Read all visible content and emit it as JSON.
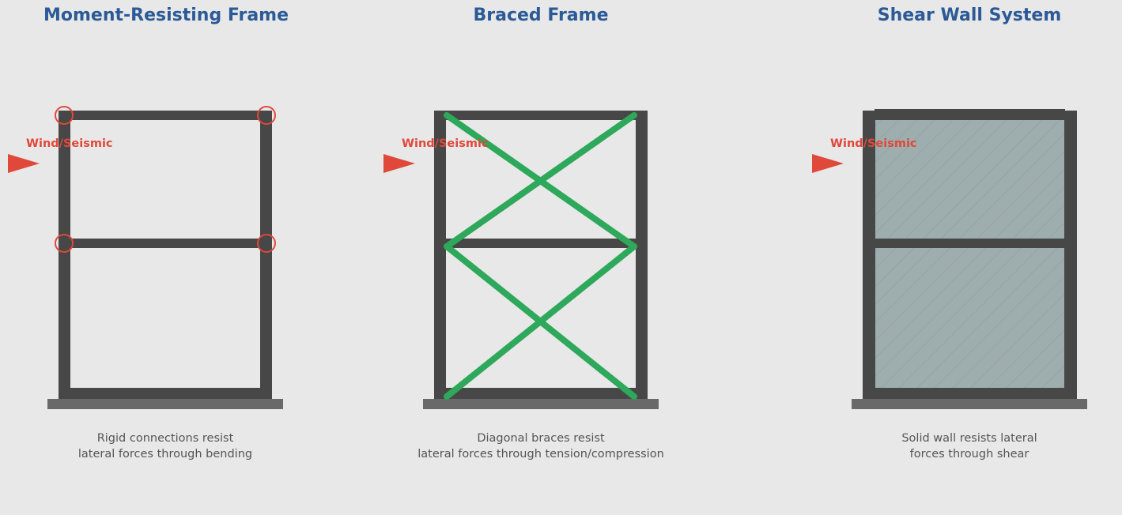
{
  "colors": {
    "background": "#e8e8e8",
    "title": "#2c5a96",
    "frame": "#474747",
    "foundation": "#696969",
    "force": "#e0483a",
    "brace": "#2ea85a",
    "wall_fill": "#9eadad",
    "caption": "#555555"
  },
  "panels": [
    {
      "id": "moment",
      "title": "Moment-Resisting Frame",
      "force_label": "Wind/Seismic",
      "caption_line1": "Rigid connections resist",
      "caption_line2": "lateral forces through bending"
    },
    {
      "id": "braced",
      "title": "Braced Frame",
      "force_label": "Wind/Seismic",
      "caption_line1": "Diagonal braces resist",
      "caption_line2": "lateral forces through tension/compression"
    },
    {
      "id": "shear",
      "title": "Shear Wall System",
      "force_label": "Wind/Seismic",
      "caption_line1": "Solid wall resists lateral",
      "caption_line2": "forces through shear"
    }
  ]
}
